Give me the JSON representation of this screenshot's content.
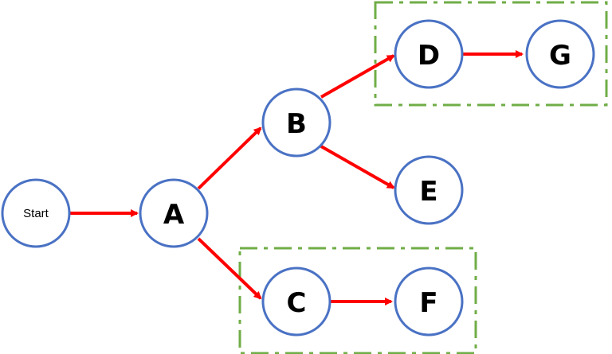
{
  "diagram": {
    "node_color": "#4a72c4",
    "edge_color": "#ff0000",
    "group_color": "#70ad47",
    "nodes": {
      "start": "Start",
      "a": "A",
      "b": "B",
      "c": "C",
      "d": "D",
      "e": "E",
      "f": "F",
      "g": "G"
    }
  }
}
